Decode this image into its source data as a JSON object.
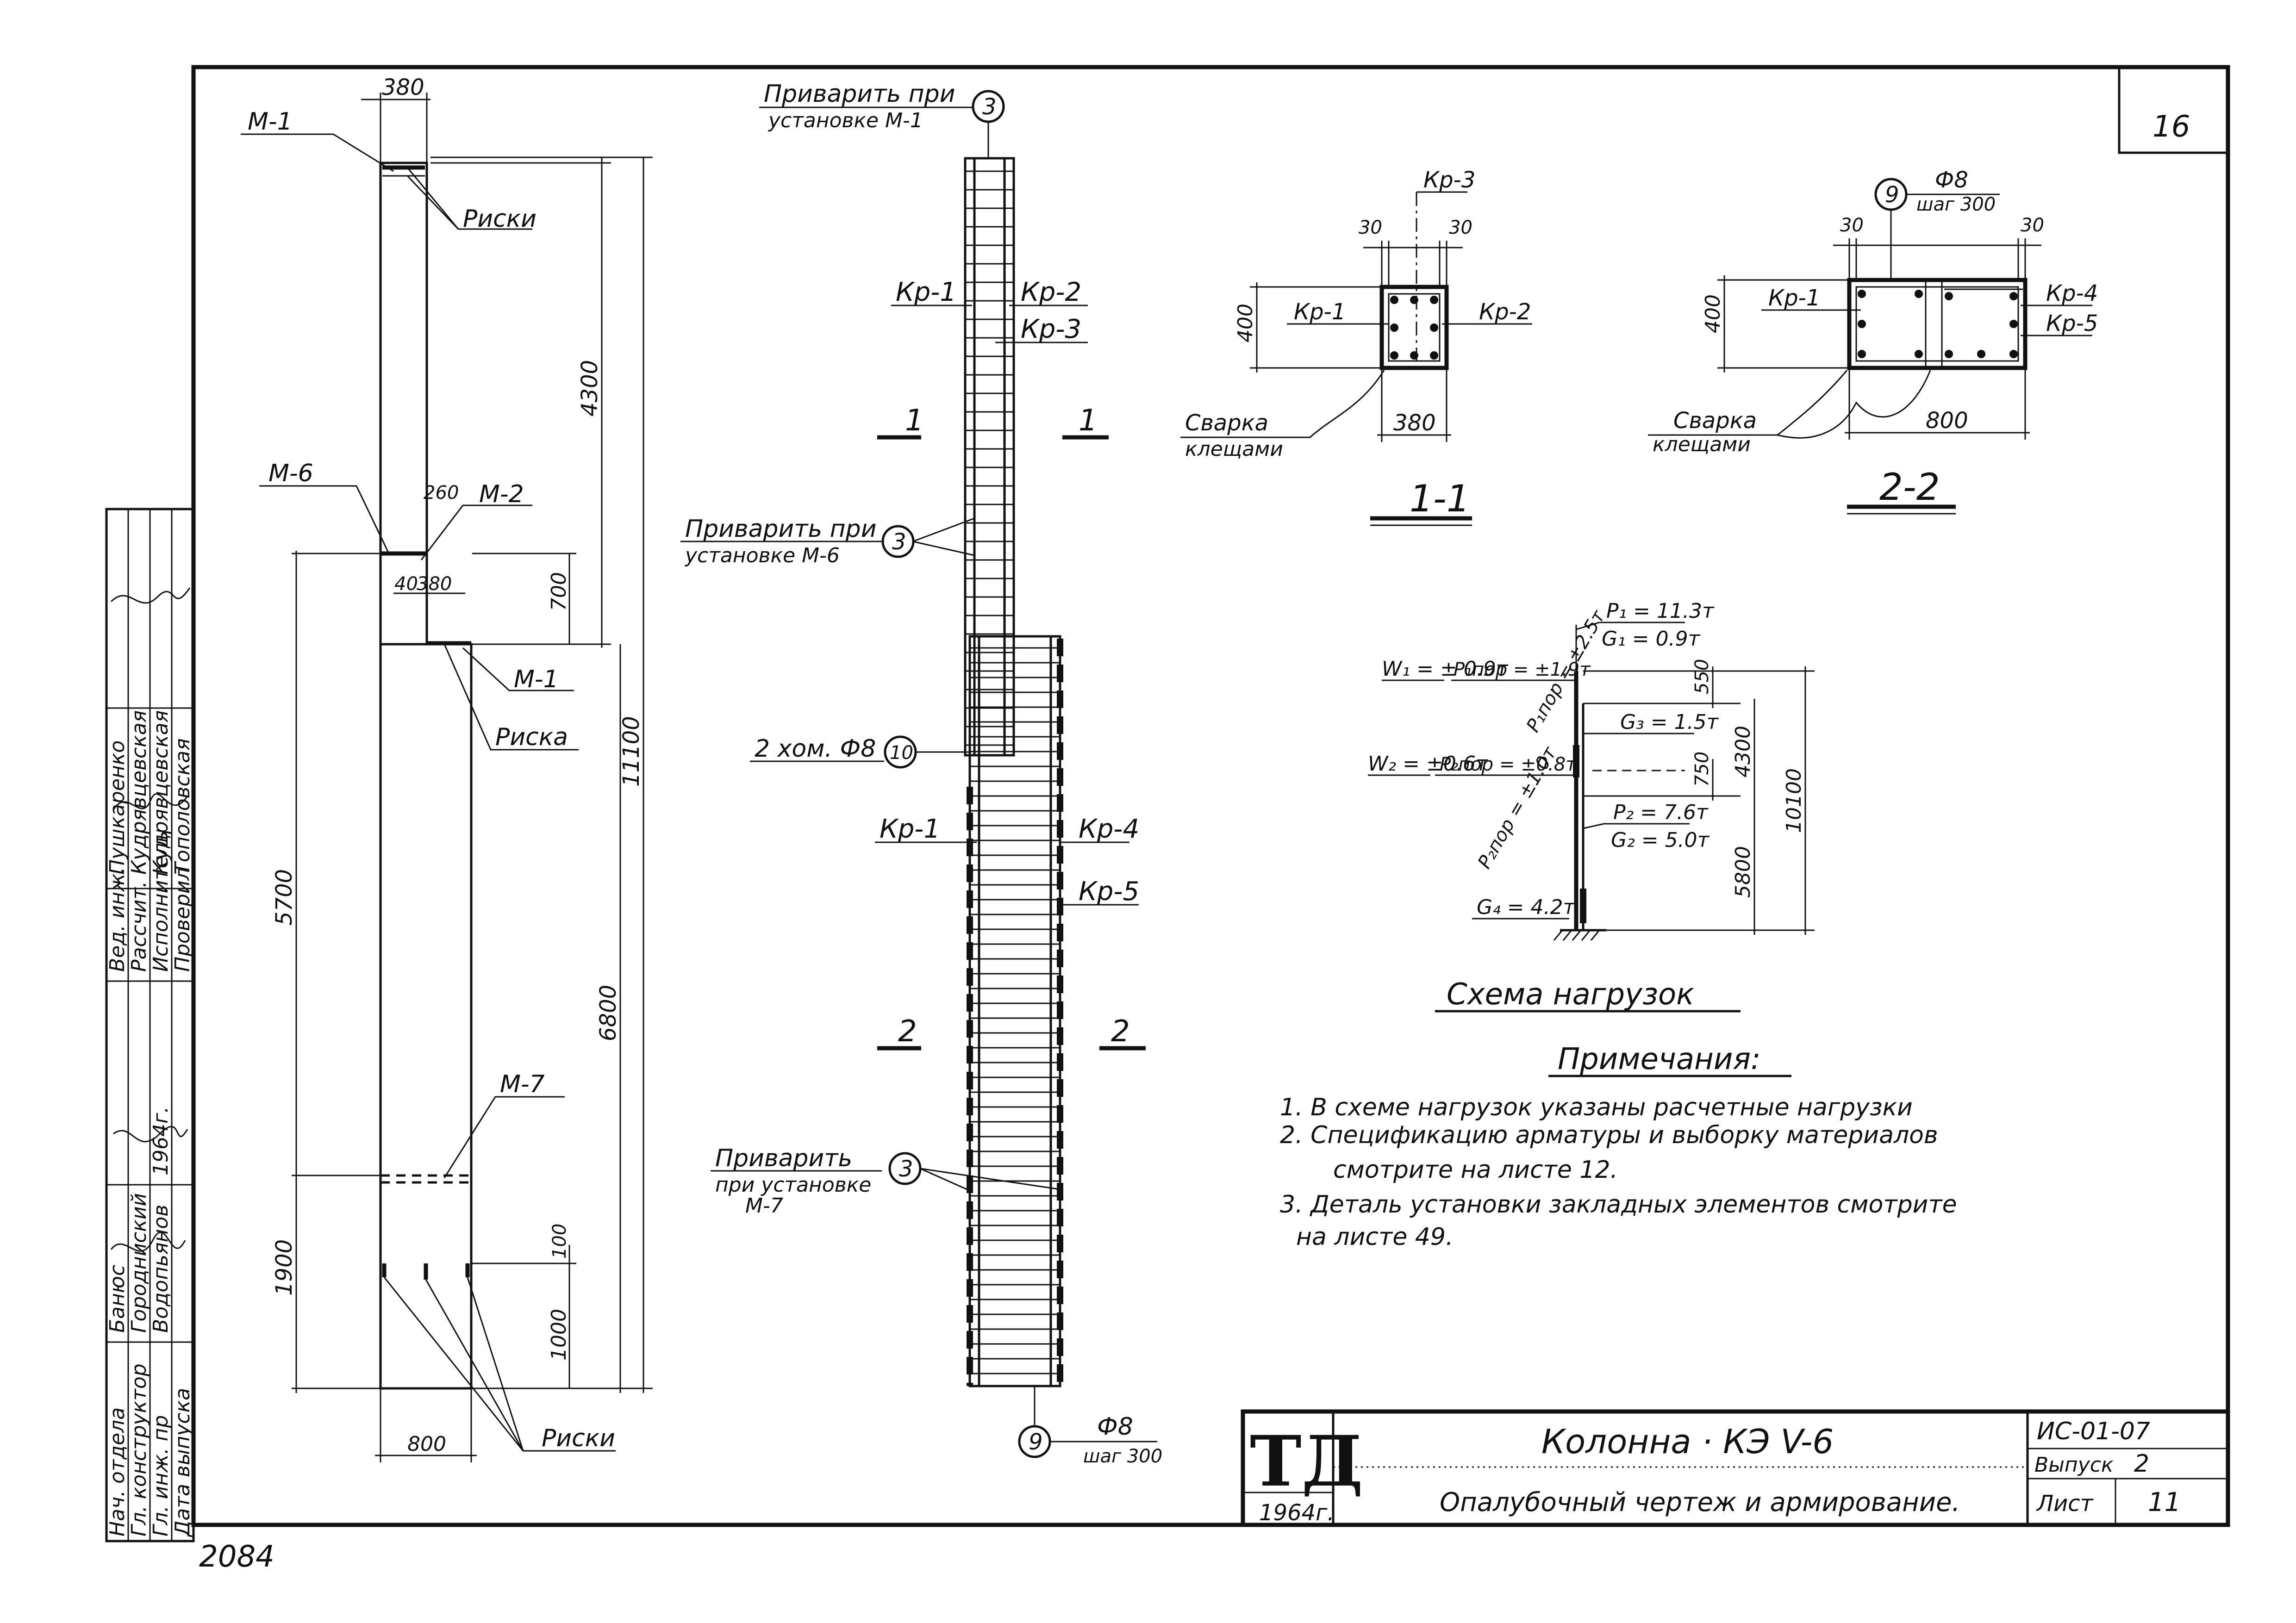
{
  "sheet_number_corner": "16",
  "page_stamp": "2084",
  "title_block": {
    "logo": "ТД",
    "logo_year": "1964г.",
    "title_line1": "Колонна · КЭ V-6",
    "title_line2": "Опалубочный чертеж и армирование.",
    "code": "ИС-01-07",
    "issue_label": "Выпуск",
    "issue_value": "2",
    "sheet_label": "Лист",
    "sheet_value": "11"
  },
  "side_stamp": {
    "roles": [
      "Нач. отдела",
      "Гл. конструктор",
      "Гл. инж. пр",
      "Дата выпуска"
    ],
    "names": [
      "Банюс",
      "Городниский",
      "Водопьянов",
      ""
    ],
    "roles2": [
      "Вед. инж.",
      "Рассчит.",
      "Исполнитель",
      "Проверил"
    ],
    "names2": [
      "Пушкаренко",
      "Кудрявцевская",
      "Кудрявцевская",
      "Тополовская"
    ],
    "date": "1964г."
  },
  "elevation": {
    "labels": {
      "m1_top": "М-1",
      "m6": "М-6",
      "m2": "М-2",
      "m1_mid": "М-1",
      "m7": "М-7",
      "riski_top": "Риски",
      "riska_mid": "Риска",
      "riski_bottom": "Риски"
    },
    "dims": {
      "top_width": "380",
      "d_4300": "4300",
      "d_11100": "11100",
      "d_5700": "5700",
      "d_6800": "6800",
      "d_1900": "1900",
      "d_1000": "1000",
      "d_100": "100",
      "d_700": "700",
      "d_40": "40",
      "d_380_mid": "380",
      "d_260": "260",
      "bottom_width": "800"
    }
  },
  "reinforcement": {
    "weld_m1_line1": "Приварить при",
    "weld_m1_line2": "установке М-1",
    "weld_m6_line1": "Приварить при",
    "weld_m6_line2": "установке М-6",
    "weld_m7_line1": "Приварить",
    "weld_m7_line2": "при установке",
    "weld_m7_line3": "М-7",
    "bar3": "3",
    "bar10": "10",
    "bar9": "9",
    "clamps": "2 хом. Ф8",
    "kr1_top": "Кр-1",
    "kr2": "Кр-2",
    "kr3": "Кр-3",
    "kr1_bottom": "Кр-1",
    "kr4": "Кр-4",
    "kr5": "Кр-5",
    "section1_left": "1",
    "section1_right": "1",
    "section2_left": "2",
    "section2_right": "2",
    "bottom_bar_dia": "Ф8",
    "bottom_bar_step": "шаг 300"
  },
  "section_1_1": {
    "title": "1-1",
    "kr3": "Кр-3",
    "kr1": "Кр-1",
    "kr2": "Кр-2",
    "cover_left": "30",
    "cover_right": "30",
    "height": "400",
    "width": "380",
    "weld_line1": "Сварка",
    "weld_line2": "клещами"
  },
  "section_2_2": {
    "title": "2-2",
    "bar": "9",
    "bar_dia": "Ф8",
    "bar_step": "шаг 300",
    "kr1": "Кр-1",
    "kr4": "Кр-4",
    "kr5": "Кр-5",
    "cover_left": "30",
    "cover_right": "30",
    "height": "400",
    "width": "800",
    "weld_line1": "Сварка",
    "weld_line2": "клещами"
  },
  "load_scheme": {
    "title": "Схема нагрузок",
    "p1": "P₁ = 11.3т",
    "g1": "G₁ = 0.9т",
    "w1": "W₁ = ± 0.9т",
    "ptop1": "P₁пор = ±1.9т",
    "w2": "W₂ = ±0.6т",
    "ptop2": "P₂пор = ±0.8т",
    "ptop_diag1": "P₁пор = ±2.5т",
    "ptop_diag2": "P₂пор = ±1.0т",
    "g3": "G₃ = 1.5т",
    "p2": "P₂ = 7.6т",
    "g2": "G₂ = 5.0т",
    "g4": "G₄ = 4.2т",
    "d_550": "550",
    "d_750": "750",
    "d_4300": "4300",
    "d_5800": "5800",
    "d_10100": "10100"
  },
  "notes": {
    "title": "Примечания:",
    "items": [
      "1. В схеме нагрузок указаны расчетные нагрузки",
      "2. Спецификацию арматуры и выборку материалов",
      "смотрите на листе 12.",
      "3. Деталь установки закладных элементов смотрите",
      "на листе 49."
    ]
  }
}
